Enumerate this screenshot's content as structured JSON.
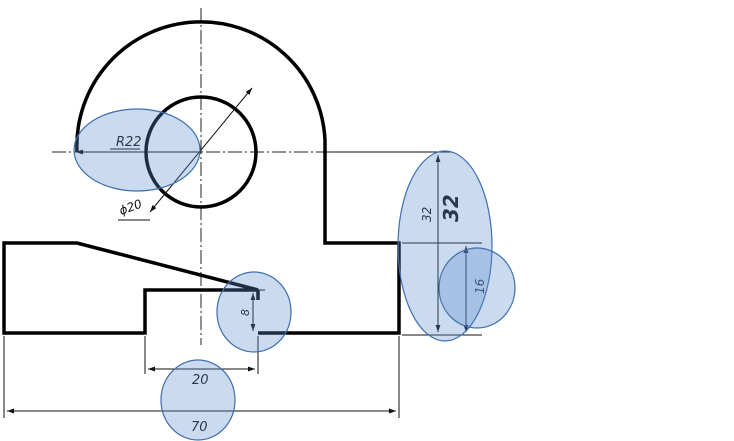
{
  "dimensions": {
    "radius": "R22",
    "diameter": "ϕ20",
    "height_total": "32",
    "height_overlay": "32",
    "height_step": "16",
    "slot_depth": "8",
    "slot_width": "20",
    "overall_width": "70"
  },
  "colors": {
    "outline": "#000000",
    "highlight_fill": "#5b8ccc",
    "highlight_stroke": "#3f6fae"
  }
}
